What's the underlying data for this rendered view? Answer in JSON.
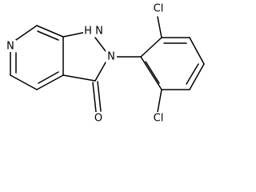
{
  "structure": {
    "labels": {
      "pyridine_n": "N",
      "pyrazole_nh": "N",
      "pyrazole_h": "H",
      "pyrazole_n2": "N",
      "chlorine_top": "Cl",
      "chlorine_bottom": "Cl",
      "carbonyl_o": "O"
    }
  }
}
